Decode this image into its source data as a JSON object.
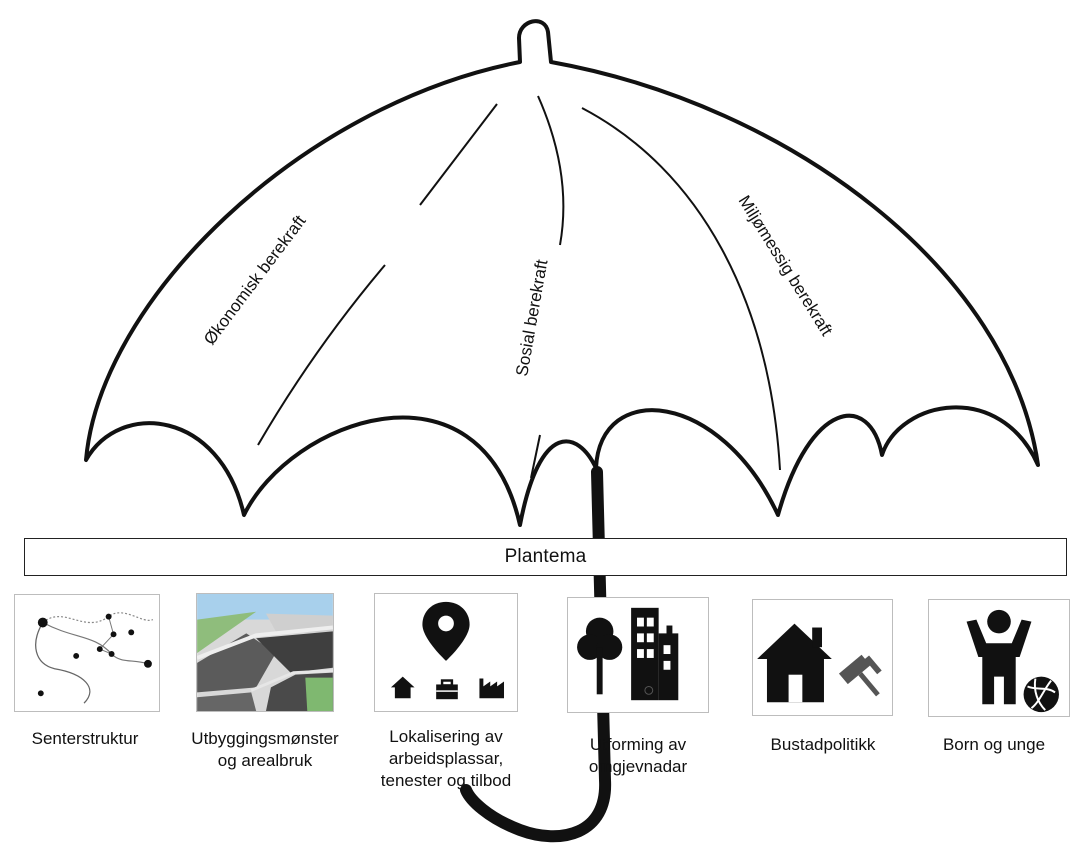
{
  "umbrella": {
    "segments": [
      {
        "label": "Økonomisk berekraft"
      },
      {
        "label": "Sosial berekraft"
      },
      {
        "label": "Miljømessig berekraft"
      }
    ]
  },
  "plantema": {
    "label": "Plantema"
  },
  "themes": [
    {
      "label_lines": [
        "Senterstruktur"
      ],
      "icon": "network-map-icon"
    },
    {
      "label_lines": [
        "Utbyggingsmønster",
        "og arealbruk"
      ],
      "icon": "aerial-map-icon"
    },
    {
      "label_lines": [
        "Lokalisering av",
        "arbeidsplassar,",
        "tenester og tilbod"
      ],
      "icon": "location-pin-icon"
    },
    {
      "label_lines": [
        "Utforming av",
        "omgjevnadar"
      ],
      "icon": "tree-building-icon"
    },
    {
      "label_lines": [
        "Bustadpolitikk"
      ],
      "icon": "house-gavel-icon"
    },
    {
      "label_lines": [
        "Born og unge"
      ],
      "icon": "child-ball-icon"
    }
  ]
}
